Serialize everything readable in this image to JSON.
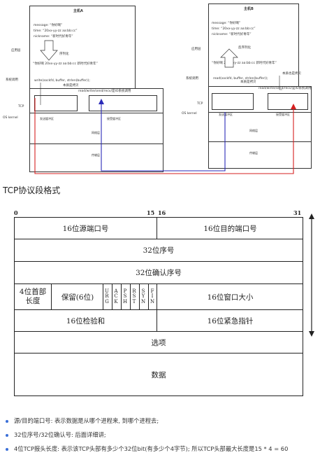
{
  "diagram": {
    "host_a": {
      "title": "主机A",
      "message_line": "message: “你好啊”",
      "time_line": "time: “20xx-yy-zz aa:bb:cc”",
      "nick_line": "nickname: “新时代好青年”",
      "serialize_label": "序列化",
      "packed_string": "“你好啊 20xx-yy-zz aa:bb:cc 新时代好青年”",
      "write_call": "write(sockfd, buffer, strlen(buffer));",
      "copy_note": "本质是拷贝",
      "send_buffer": "发送缓冲区",
      "network_layer": "网络层",
      "transport_layer": "传输层"
    },
    "host_b": {
      "title": "主机B",
      "message_line": "message: “你好啊”",
      "time_line": "time: “20xx-yy-zz aa:bb:cc”",
      "nick_line": "nickname: “新时代好青年”",
      "deserialize_label": "反序列化",
      "packed_string": "“你好啊 20xx-yy-zz aa:bb:cc 新时代好青年”",
      "read_call": "read(sockfd, buffer, strlen(buffer));",
      "copy_note": "本质是拷贝",
      "expand_note": "本质也是拷贝",
      "recv_buffer": "接受缓冲区",
      "network_layer": "网络层",
      "transport_layer": "传输层"
    },
    "left_labels": [
      "应用层",
      "系统调用",
      "TCP",
      "OS kernel"
    ],
    "syscall_bar": "read/write/send/recv/是IO系统调用",
    "buffer_left": "发送缓冲区",
    "buffer_right": "接受缓冲区"
  },
  "section_title": "TCP协议段格式",
  "tcp_header": {
    "bits": [
      "0",
      "15",
      "16",
      "31"
    ],
    "src_port": "16位源端口号",
    "dst_port": "16位目的端口号",
    "seq": "32位序号",
    "ack": "32位确认序号",
    "hdr_len_line1": "4位首部",
    "hdr_len_line2": "长度",
    "reserved": "保留(6位)",
    "flags": [
      "URG",
      "ACK",
      "PSH",
      "RST",
      "SYN",
      "FIN"
    ],
    "window": "16位窗口大小",
    "checksum": "16位检验和",
    "urgent": "16位紧急指针",
    "options": "选项",
    "data": "数据"
  },
  "notes": [
    "源/目的端口号: 表示数据是从哪个进程来, 到哪个进程去;",
    "32位序号/32位确认号: 后面详细讲;",
    "4位TCP报头长度: 表示该TCP头部有多少个32位bit(有多少个4字节); 所以TCP头部最大长度是15 * 4 = 60"
  ],
  "colors": {
    "red_arrow": "#d62020",
    "blue_arrow": "#2a2ab8",
    "bullet": "#3a6fd8"
  }
}
